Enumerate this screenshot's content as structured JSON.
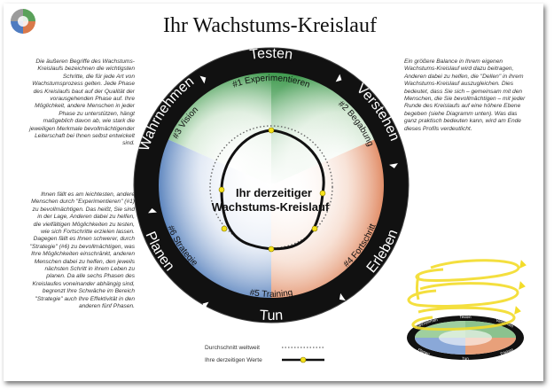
{
  "title": "Ihr Wachstums-Kreislauf",
  "text": {
    "left_top": "Die äußeren Begriffe des Wachstums-Kreislaufs bezeichnen die wichtigsten Schritte, die für jede Art von Wachstumsprozess gelten. Jede Phase des Kreislaufs baut auf der Qualität der vorausgehenden Phase auf. Ihre Möglichkeit, andere Menschen in jeder Phase zu unterstützen, hängt maßgeblich davon ab, wie stark die jeweiligen Merkmale bevollmächtigender Leiterschaft bei Ihnen selbst entwickelt sind.",
    "left_bottom": "Ihnen fällt es am leichtesten, andere Menschen durch \"Experimentieren\" (#1) zu bevollmächtigen. Das heißt, Sie sind in der Lage, Anderen dabei zu helfen, die vielfältigen Möglichkeiten zu testen, wie sich Fortschritte erzielen lassen. Dagegen fällt es Ihnen schwerer, durch \"Strategie\" (#6) zu bevollmächtigen, was Ihre Möglichkeiten einschränkt, anderen Menschen dabei zu helfen, den jeweils nächsten Schritt in ihrem Leben zu planen. Da alle sechs Phasen des Kreislaufes voneinander abhängig sind, begrenzt Ihre Schwäche im Bereich \"Strategie\" auch Ihre Effektivität in den anderen fünf Phasen.",
    "right": "Ein größere Balance in Ihrem eigenen Wachstums-Kreislauf wird dazu beitragen, Anderen dabei zu helfen, die \"Dellen\" in ihrem Wachstums-Kreislauf auszugleichen. Dies bedeutet, dass Sie sich – gemeinsam mit den Menschen, die Sie bevollmächtigen – mit jeder Runde des Kreislaufs auf eine höhere Ebene begeben (siehe Diagramm unten). Was das ganz praktisch bedeuten kann, wird am Ende dieses Profils verdeutlicht."
  },
  "ring_labels": [
    "Testen",
    "Verstehen",
    "Planen",
    "Tun",
    "Erleben",
    "Wahrnehmen"
  ],
  "inner_labels": [
    "#1 Experimentieren",
    "#2 Begabung",
    "#6 Strategie",
    "#5 Training",
    "#4 Fortschritt",
    "#3 Vision"
  ],
  "center_label": [
    "Ihr derzeitiger",
    "Wachstums-Kreislauf"
  ],
  "legend": {
    "average": "Durchschnitt weltweit",
    "current": "Ihre derzeitigen Werte"
  },
  "mini_diagram": {
    "labels": [
      "Testen",
      "Verstehen",
      "Planen",
      "Tun",
      "Erleben",
      "Wahrnehmen"
    ]
  },
  "colors": {
    "green": "#3f9a4e",
    "orange": "#e07a4a",
    "blue": "#4a78b8",
    "ring": "#111111",
    "marker": "#f5e21a",
    "spiral": "#f3dc2a"
  }
}
